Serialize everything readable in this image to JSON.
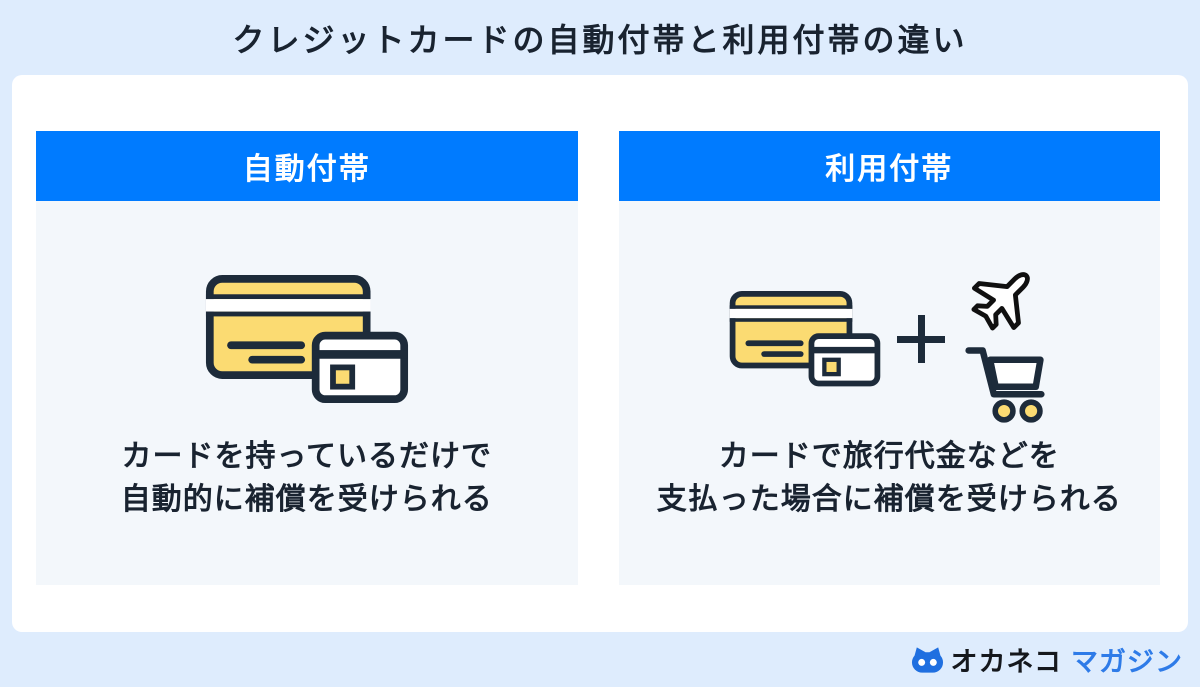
{
  "page": {
    "title": "クレジットカードの自動付帯と利用付帯の違い"
  },
  "panels": [
    {
      "header": "自動付帯",
      "caption_line1": "カードを持っているだけで",
      "caption_line2": "自動的に補償を受けられる"
    },
    {
      "header": "利用付帯",
      "caption_line1": "カードで旅行代金などを",
      "caption_line2": "支払った場合に補償を受けられる"
    }
  ],
  "icons": {
    "left_illustration": "credit-cards-icon",
    "right_illustration_cards": "credit-cards-icon",
    "right_plus": "plus-icon",
    "right_airplane": "airplane-icon",
    "right_cart": "shopping-cart-icon",
    "footer_logo": "okaneko-cat-icon"
  },
  "footer": {
    "brand_black": "オカネコ",
    "brand_blue": "マガジン"
  },
  "colors": {
    "background": "#deecfd",
    "card_background": "#ffffff",
    "panel_header_blue": "#007bff",
    "panel_body": "#f3f7fb",
    "dark_navy": "#1d2b3a",
    "text_navy": "#192330",
    "accent_yellow": "#fbdb72",
    "logo_icon_blue": "#1f6fe0",
    "logo_text_blue": "#2e7be8"
  }
}
